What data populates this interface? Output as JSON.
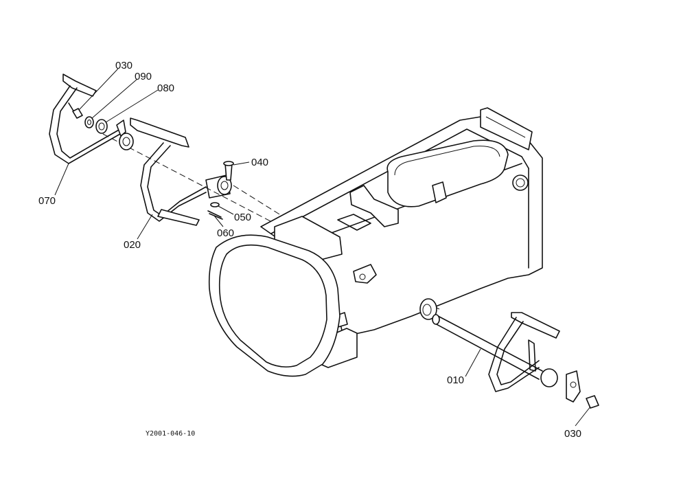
{
  "drawing_code": "Y2001-046-10",
  "callouts": [
    {
      "id": "c030a",
      "text": "030"
    },
    {
      "id": "c090",
      "text": "090"
    },
    {
      "id": "c080",
      "text": "080"
    },
    {
      "id": "c040",
      "text": "040"
    },
    {
      "id": "c070",
      "text": "070"
    },
    {
      "id": "c050",
      "text": "050"
    },
    {
      "id": "c060",
      "text": "060"
    },
    {
      "id": "c020",
      "text": "020"
    },
    {
      "id": "c010",
      "text": "010"
    },
    {
      "id": "c030b",
      "text": "030"
    }
  ]
}
